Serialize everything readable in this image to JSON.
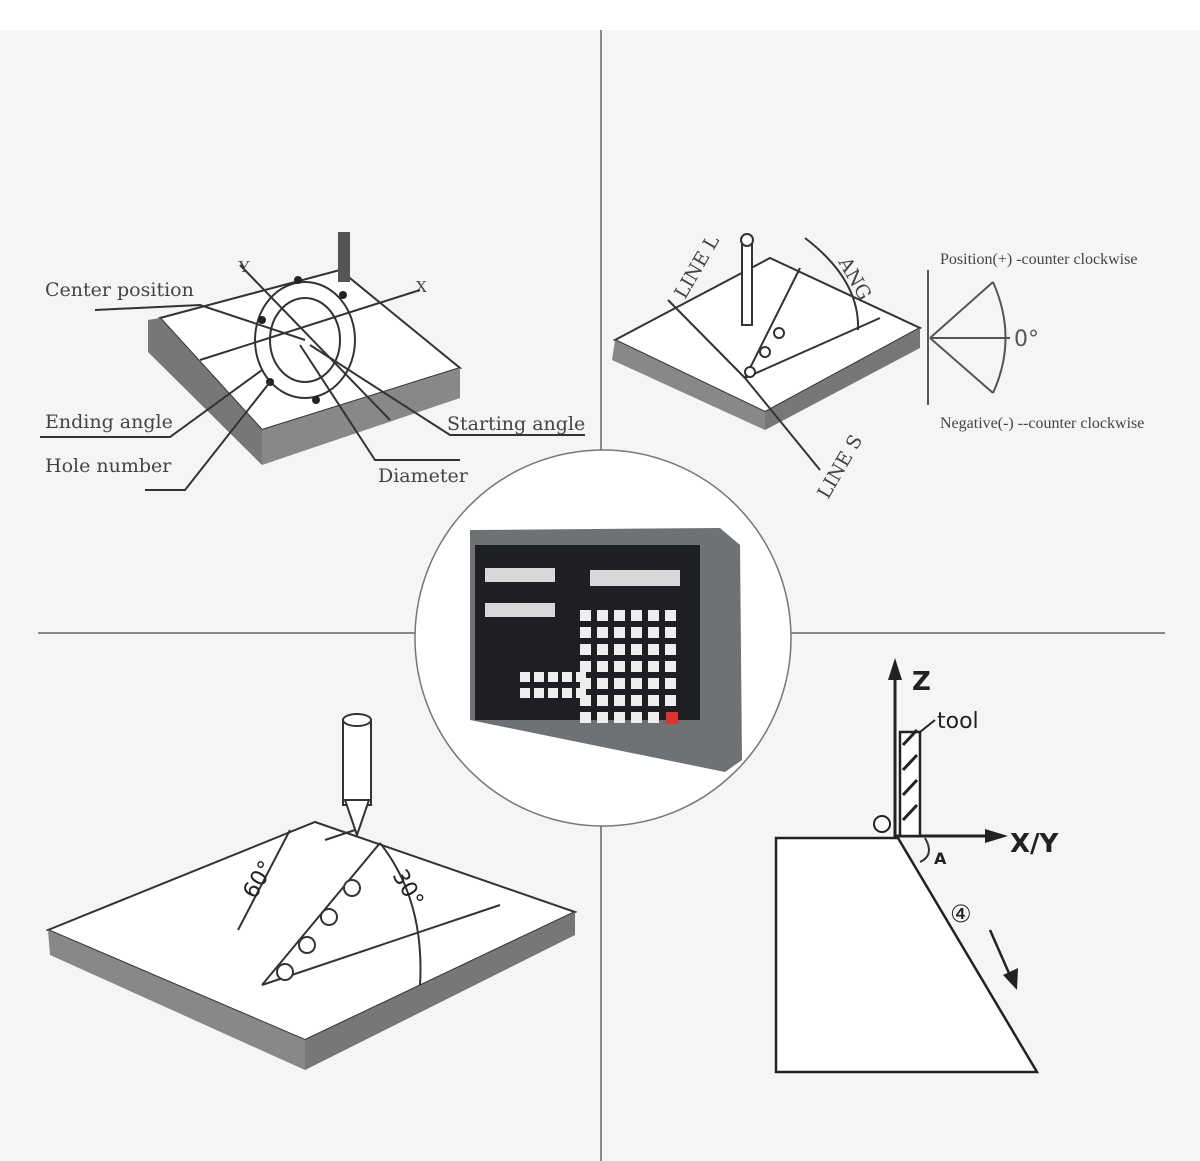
{
  "quadrant_tl": {
    "center_position": "Center position",
    "ending_angle": "Ending angle",
    "hole_number": "Hole number",
    "starting_angle": "Starting angle",
    "diameter": "Diameter",
    "axis_x": "X",
    "axis_y": "Y"
  },
  "quadrant_tr": {
    "line_l": "LINE L",
    "ang": "ANG",
    "line_s": "LINE S",
    "positive": "Position(+) -counter clockwise",
    "negative": "Negative(-) --counter clockwise",
    "zero": "0°"
  },
  "quadrant_bl": {
    "angle_60": "60°",
    "angle_30": "30°"
  },
  "quadrant_br": {
    "axis_z": "Z",
    "tool": "tool",
    "axis_xy": "X/Y",
    "angle_a": "A",
    "step": "④"
  },
  "colors": {
    "background": "#f5f5f5",
    "device": "#6e7275",
    "panel": "#1e1f22",
    "stop_key": "#e03030"
  }
}
